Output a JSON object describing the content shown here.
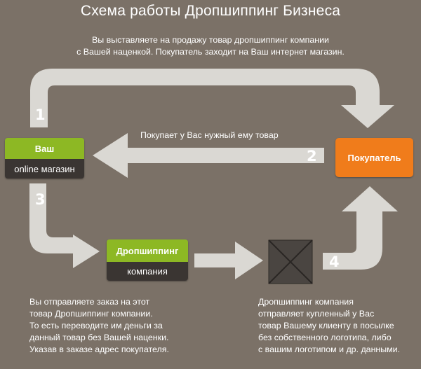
{
  "title": "Схема работы Дропшиппинг Бизнеса",
  "colors": {
    "background": "#7b7167",
    "arrow": "#dad8d3",
    "green": "#8db824",
    "dark": "#3a3532",
    "orange": "#f07c1b",
    "parcel": "#4a4541"
  },
  "steps": {
    "step1": {
      "number": "1",
      "lines": [
        "Вы выставляете на продажу товар дропшиппинг компании",
        "с Вашей наценкой. Покупатель заходит на Ваш интернет магазин."
      ]
    },
    "step2": {
      "number": "2",
      "label": "Покупает у Вас нужный ему товар"
    },
    "step3": {
      "number": "3",
      "lines": [
        "Вы отправляете заказ на этот",
        "товар Дропшиппинг компании.",
        "То есть переводите им деньги за",
        "данный товар без Вашей наценки.",
        "Указав в заказе адрес покупателя."
      ]
    },
    "step4": {
      "number": "4",
      "lines": [
        "Дропшиппинг компания",
        "отправляет купленный у Вас",
        "товар Вашему клиенту в посылке",
        "без собственного логотипа, либо",
        "с вашим логотипом и др. данными."
      ]
    }
  },
  "nodes": {
    "shop": {
      "line1": "Ваш",
      "line2": "online магазин"
    },
    "buyer": {
      "label": "Покупатель"
    },
    "dropship": {
      "line1": "Дропшиппинг",
      "line2": "компания"
    },
    "parcel": {
      "icon": "parcel-box-icon"
    }
  }
}
